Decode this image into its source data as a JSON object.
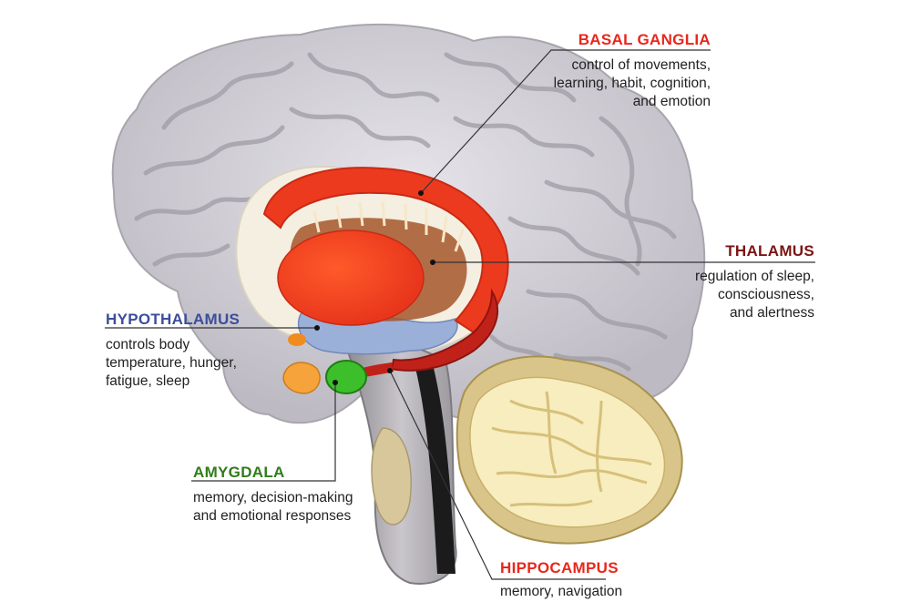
{
  "colors": {
    "basal_ganglia": "#e8271c",
    "thalamus": "#7a1515",
    "hypothalamus": "#3b4d9c",
    "amygdala": "#2f7d1b",
    "hippocampus": "#e8271c"
  },
  "labels": {
    "basal_ganglia": {
      "title": "BASAL GANGLIA",
      "desc": [
        "control of movements,",
        "learning, habit, cognition,",
        "and emotion"
      ]
    },
    "thalamus": {
      "title": "THALAMUS",
      "desc": [
        "regulation of sleep,",
        "consciousness,",
        "and alertness"
      ]
    },
    "hypothalamus": {
      "title": "HYPOTHALAMUS",
      "desc": [
        "controls body",
        "temperature, hunger,",
        "fatigue, sleep"
      ]
    },
    "amygdala": {
      "title": "AMYGDALA",
      "desc": [
        "memory, decision-making",
        "and emotional responses"
      ]
    },
    "hippocampus": {
      "title": "HIPPOCAMPUS",
      "desc": [
        "memory, navigation"
      ]
    }
  }
}
